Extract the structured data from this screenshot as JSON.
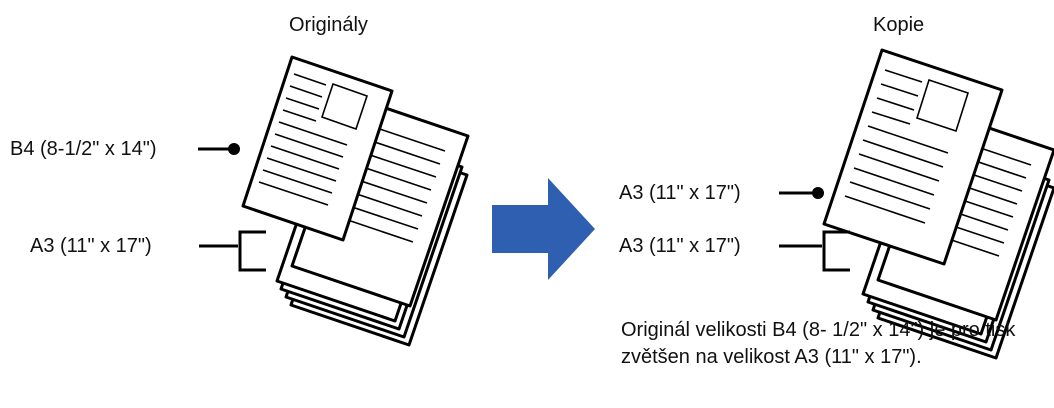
{
  "left_panel": {
    "title": "Originály",
    "label_original": "B4 (8-1/2\" x 14\")",
    "label_stack": "A3 (11\" x 17\")"
  },
  "right_panel": {
    "title": "Kopie",
    "label_copy": "A3 (11\" x 17\")",
    "label_stack": "A3 (11\" x 17\")"
  },
  "caption": "Originál velikosti B4 (8- 1/2\" x 14\") je pro tisk zvětšen na velikost A3 (11\" x 17\").",
  "colors": {
    "arrow": "#2f5fb0",
    "line": "#000000",
    "paper": "#ffffff"
  }
}
